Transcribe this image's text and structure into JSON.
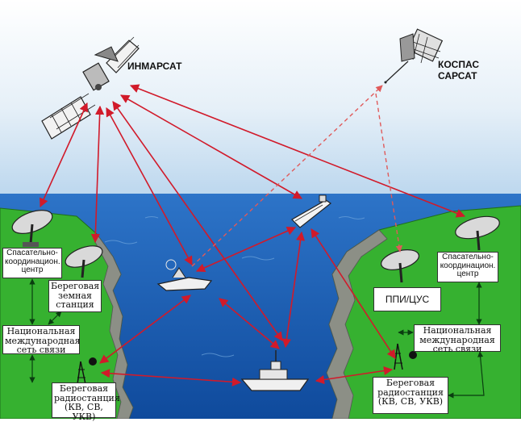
{
  "satellites": {
    "inmarsat": "ИНМАРСАТ",
    "cospas_line1": "КОСПАС",
    "cospas_line2": "САРСАТ"
  },
  "left_shore": {
    "rcc": "Спасательно-координацион. центр",
    "coast_earth_station": "Береговая земная станция",
    "national_network": "Национальная международная сеть связи",
    "coast_radio_station": "Береговая радиостанция (КВ, СВ, УКВ)"
  },
  "right_shore": {
    "rcc": "Спасательно-координацион. центр",
    "lut_mcc": "ППИ/ЦУС",
    "national_network": "Национальная международная сеть связи",
    "coast_radio_station": "Береговая радиостанция (КВ, СВ, УКВ)"
  },
  "colors": {
    "sky": "#cfe3f3",
    "sea": "#1f63b8",
    "land": "#35b031",
    "link": "#d11a2a"
  }
}
